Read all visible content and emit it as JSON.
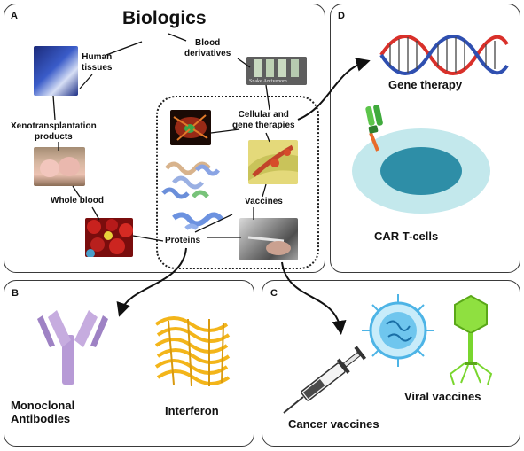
{
  "panels": {
    "a": {
      "letter": "A",
      "title": "Biologics"
    },
    "b": {
      "letter": "B"
    },
    "c": {
      "letter": "C"
    },
    "d": {
      "letter": "D"
    }
  },
  "labels": {
    "human_tissues": "Human\ntissues",
    "blood_derivatives": "Blood\nderivatives",
    "xenotransplantation": "Xenotransplantation\nproducts",
    "cellular_gene": "Cellular and\ngene therapies",
    "whole_blood": "Whole blood",
    "vaccines": "Vaccines",
    "proteins": "Proteins",
    "gene_therapy": "Gene therapy",
    "car_t_cells": "CAR T-cells",
    "monoclonal": "Monoclonal\nAntibodies",
    "interferon": "Interferon",
    "cancer_vaccines": "Cancer vaccines",
    "viral_vaccines": "Viral vaccines",
    "vial_caption": "Snake Antivenom"
  },
  "colors": {
    "border": "#3a3a3a",
    "dna_red": "#d9302a",
    "dna_blue": "#2f4fb0",
    "cell_outer": "#bfe6ea",
    "cell_inner": "#2f8fa6",
    "antibody": "#b79ad6",
    "interferon": "#f3b51a",
    "virus_blue": "#4db4e6",
    "phage_green": "#79d62e"
  }
}
